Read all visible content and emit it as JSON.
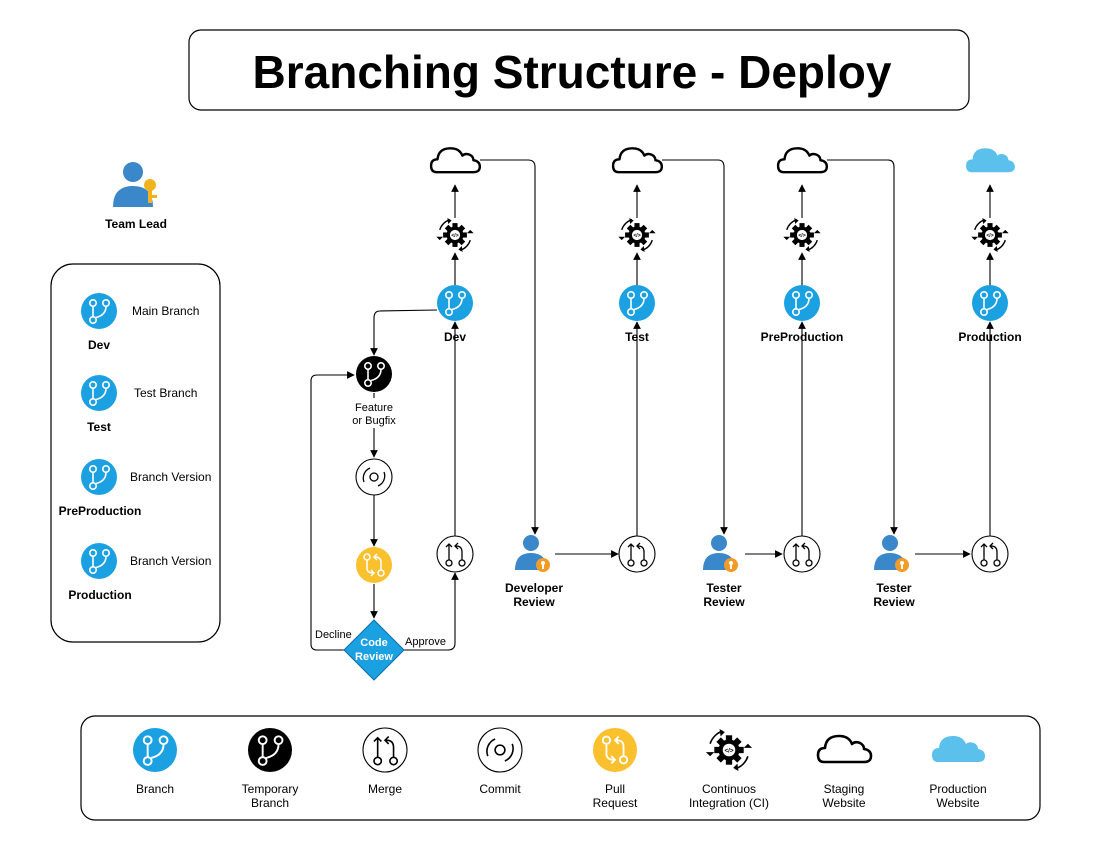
{
  "title": "Branching Structure - Deploy",
  "team_lead": {
    "label": "Team Lead"
  },
  "sidebar": {
    "items": [
      {
        "name": "Dev",
        "desc": "Main Branch"
      },
      {
        "name": "Test",
        "desc": "Test Branch"
      },
      {
        "name": "PreProduction",
        "desc": "Branch Version"
      },
      {
        "name": "Production",
        "desc": "Branch Version"
      }
    ]
  },
  "columns": [
    {
      "label": "Dev"
    },
    {
      "label": "Test"
    },
    {
      "label": "PreProduction"
    },
    {
      "label": "Production"
    }
  ],
  "feature": {
    "line1": "Feature",
    "line2": "or Bugfix"
  },
  "code_review": {
    "line1": "Code",
    "line2": "Review",
    "decline": "Decline",
    "approve": "Approve"
  },
  "reviewers": [
    {
      "line1": "Developer",
      "line2": "Review"
    },
    {
      "line1": "Tester",
      "line2": "Review"
    },
    {
      "line1": "Tester",
      "line2": "Review"
    }
  ],
  "legend": [
    {
      "icon": "branch-icon",
      "line1": "Branch",
      "line2": ""
    },
    {
      "icon": "temporary-branch-icon",
      "line1": "Temporary",
      "line2": "Branch"
    },
    {
      "icon": "merge-icon",
      "line1": "Merge",
      "line2": ""
    },
    {
      "icon": "commit-icon",
      "line1": "Commit",
      "line2": ""
    },
    {
      "icon": "pull-request-icon",
      "line1": "Pull",
      "line2": "Request"
    },
    {
      "icon": "ci-gear-icon",
      "line1": "Continuos",
      "line2": "Integration (CI)"
    },
    {
      "icon": "staging-cloud-icon",
      "line1": "Staging",
      "line2": "Website"
    },
    {
      "icon": "production-cloud-icon",
      "line1": "Production",
      "line2": "Website"
    }
  ],
  "colors": {
    "branch": "#1ba1e2",
    "pull_request": "#fbc02d",
    "review_diamond": "#1ba1e2",
    "person": "#3a87c9",
    "key": "#f29b26",
    "production_cloud": "#5bc0eb"
  }
}
